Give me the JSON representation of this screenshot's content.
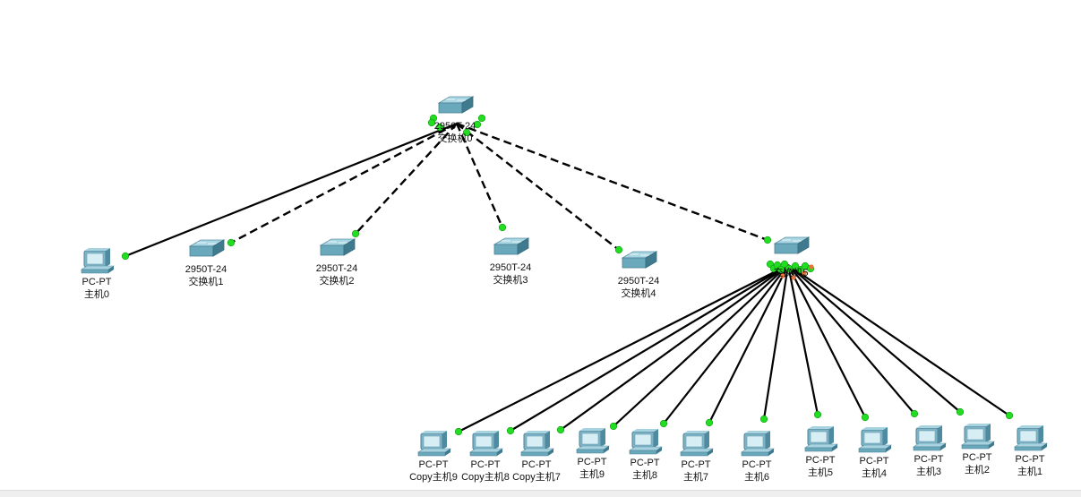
{
  "diagram": {
    "switches": [
      {
        "id": "sw0",
        "model": "2950T-24",
        "name": "交换机0"
      },
      {
        "id": "sw1",
        "model": "2950T-24",
        "name": "交换机1"
      },
      {
        "id": "sw2",
        "model": "2950T-24",
        "name": "交换机2"
      },
      {
        "id": "sw3",
        "model": "2950T-24",
        "name": "交换机3"
      },
      {
        "id": "sw4",
        "model": "2950T-24",
        "name": "交换机4"
      },
      {
        "id": "sw5",
        "model": "",
        "name": "交换机5"
      }
    ],
    "hosts": [
      {
        "id": "pc0",
        "type": "PC-PT",
        "name": "主机0"
      },
      {
        "id": "pcc9",
        "type": "PC-PT",
        "name": "Copy主机9"
      },
      {
        "id": "pcc8",
        "type": "PC-PT",
        "name": "Copy主机8"
      },
      {
        "id": "pcc7",
        "type": "PC-PT",
        "name": "Copy主机7"
      },
      {
        "id": "pc9",
        "type": "PC-PT",
        "name": "主机9"
      },
      {
        "id": "pc8",
        "type": "PC-PT",
        "name": "主机8"
      },
      {
        "id": "pc7",
        "type": "PC-PT",
        "name": "主机7"
      },
      {
        "id": "pc6",
        "type": "PC-PT",
        "name": "主机6"
      },
      {
        "id": "pc5",
        "type": "PC-PT",
        "name": "主机5"
      },
      {
        "id": "pc4",
        "type": "PC-PT",
        "name": "主机4"
      },
      {
        "id": "pc3",
        "type": "PC-PT",
        "name": "主机3"
      },
      {
        "id": "pc2",
        "type": "PC-PT",
        "name": "主机2"
      },
      {
        "id": "pc1",
        "type": "PC-PT",
        "name": "主机1"
      }
    ],
    "links": [
      {
        "from": "sw0",
        "to": "pc0",
        "style": "solid"
      },
      {
        "from": "sw0",
        "to": "sw1",
        "style": "dashed"
      },
      {
        "from": "sw0",
        "to": "sw2",
        "style": "dashed"
      },
      {
        "from": "sw0",
        "to": "sw3",
        "style": "dashed"
      },
      {
        "from": "sw0",
        "to": "sw4",
        "style": "dashed"
      },
      {
        "from": "sw0",
        "to": "sw5",
        "style": "dashed"
      },
      {
        "from": "sw5",
        "to": "pcc9",
        "style": "solid"
      },
      {
        "from": "sw5",
        "to": "pcc8",
        "style": "solid"
      },
      {
        "from": "sw5",
        "to": "pcc7",
        "style": "solid"
      },
      {
        "from": "sw5",
        "to": "pc9",
        "style": "solid"
      },
      {
        "from": "sw5",
        "to": "pc8",
        "style": "solid"
      },
      {
        "from": "sw5",
        "to": "pc7",
        "style": "solid"
      },
      {
        "from": "sw5",
        "to": "pc6",
        "style": "solid"
      },
      {
        "from": "sw5",
        "to": "pc5",
        "style": "solid"
      },
      {
        "from": "sw5",
        "to": "pc4",
        "style": "solid"
      },
      {
        "from": "sw5",
        "to": "pc3",
        "style": "solid"
      },
      {
        "from": "sw5",
        "to": "pc2",
        "style": "solid"
      },
      {
        "from": "sw5",
        "to": "pc1",
        "style": "solid"
      }
    ],
    "colors": {
      "link": "#000000",
      "port": "#22dd22",
      "switch_top": "#8ec4d4",
      "switch_front": "#4e8fa6",
      "pc_screen": "#c8e6ee",
      "highlight": "#e8753a"
    }
  }
}
